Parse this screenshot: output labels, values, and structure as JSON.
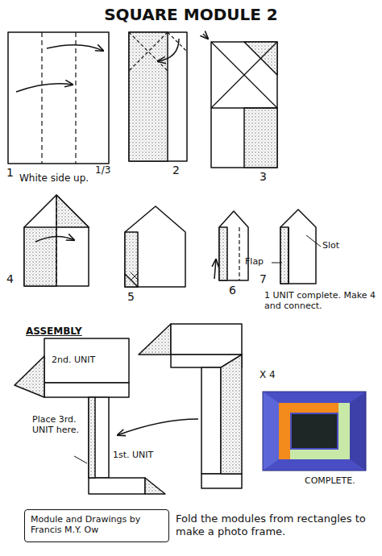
{
  "diagram": {
    "title": "SQUARE MODULE 2",
    "caption": "Fold the modules from rectangles to make a photo frame.",
    "nodes": [
      {
        "text": [
          "Module and Drawings by Francis M.Y. Ow"
        ]
      }
    ],
    "labels": [
      "1",
      "1/3",
      "White side up.",
      "2",
      "3",
      "4",
      "5",
      "6",
      "Flap",
      "Slot",
      "7",
      "1 UNIT complete. Make 4 and connect.",
      "ASSEMBLY",
      "2nd. UNIT",
      "Place 3rd. UNIT here.",
      "1st. UNIT",
      "X 4",
      "COMPLETE."
    ]
  }
}
